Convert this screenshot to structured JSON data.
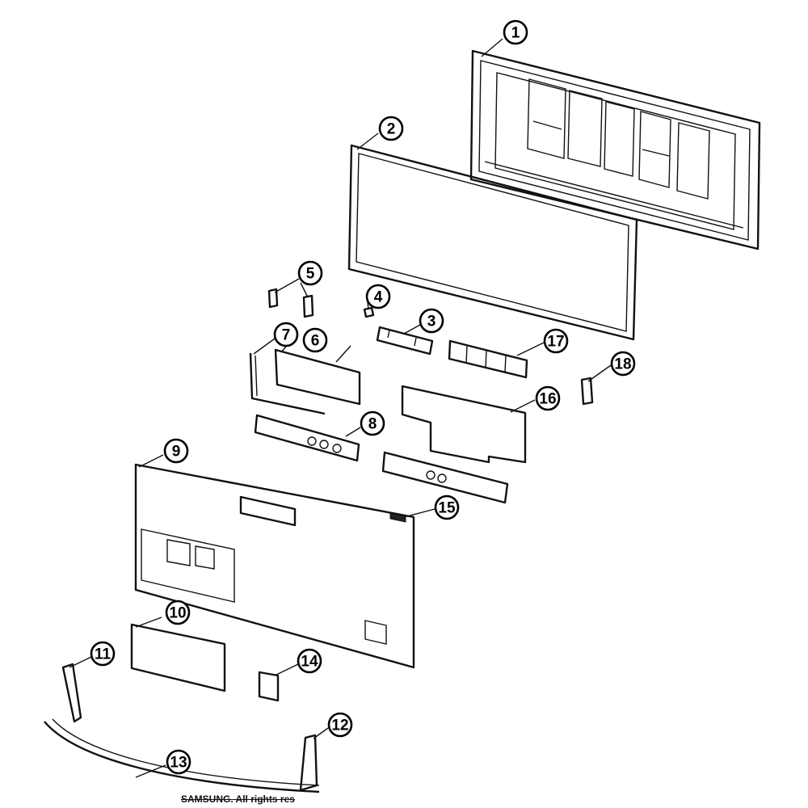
{
  "callouts": [
    {
      "label": "1"
    },
    {
      "label": "2"
    },
    {
      "label": "3"
    },
    {
      "label": "4"
    },
    {
      "label": "5"
    },
    {
      "label": "6"
    },
    {
      "label": "7"
    },
    {
      "label": "8"
    },
    {
      "label": "9"
    },
    {
      "label": "10"
    },
    {
      "label": "11"
    },
    {
      "label": "12"
    },
    {
      "label": "13"
    },
    {
      "label": "14"
    },
    {
      "label": "15"
    },
    {
      "label": "16"
    },
    {
      "label": "17"
    },
    {
      "label": "18"
    }
  ],
  "footer": {
    "copyright": "SAMSUNG. All rights res"
  },
  "colors": {
    "line": "#111111",
    "background": "#ffffff"
  }
}
